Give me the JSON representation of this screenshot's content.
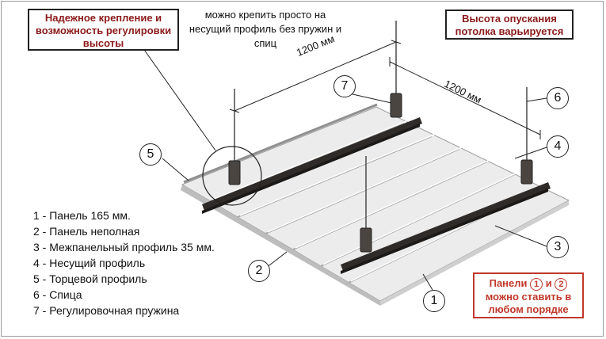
{
  "callouts": {
    "left": "Надежное крепление и возможность регулировки высоты",
    "right": "Высота опускания потолка варьируется",
    "bottom_word1": "Панели",
    "bottom_num1": "1",
    "bottom_and": "и",
    "bottom_num2": "2",
    "bottom_rest": "можно ставить в любом порядке"
  },
  "note_top": "можно крепить просто на несущий профиль без пружин и спиц",
  "dimensions": {
    "a": "1200 мм",
    "b": "1200 мм"
  },
  "legend": [
    "1 - Панель 165 мм.",
    "2 - Панель неполная",
    "3 - Межпанельный профиль 35 мм.",
    "4 - Несущий профиль",
    "5 - Торцевой профиль",
    "6 - Спица",
    "7 - Регулировочная пружина"
  ],
  "numbers": [
    "1",
    "2",
    "3",
    "4",
    "5",
    "6",
    "7"
  ],
  "colors": {
    "callout_text": "#8b1a1a",
    "callout_bottom": "#c0392b",
    "carrier_profile": "#2f2b28",
    "panel": "#eeeeee"
  }
}
